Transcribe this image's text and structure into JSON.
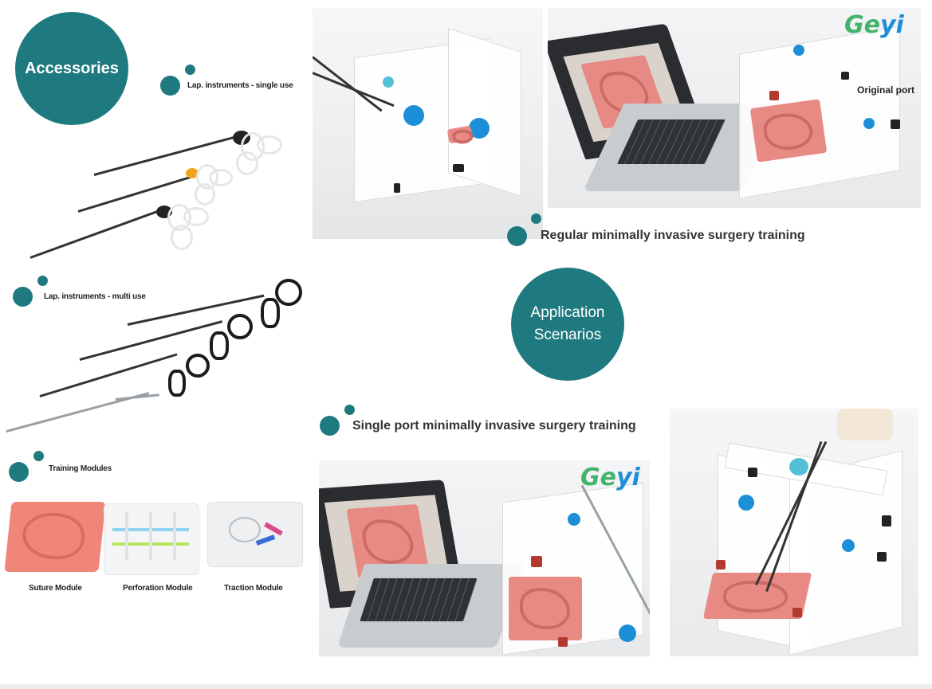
{
  "accessories": {
    "title": "Accessories",
    "single_use_label": "Lap. instruments - single use",
    "multi_use_label": "Lap. instruments - multi use",
    "training_modules_label": "Training Modules",
    "modules": [
      "Suture Module",
      "Perforation Module",
      "Traction Module"
    ]
  },
  "application": {
    "title_line1": "Application",
    "title_line2": "Scenarios",
    "regular_label": "Regular minimally invasive surgery training",
    "single_port_label": "Single port minimally invasive surgery training",
    "original_port_label": "Original port"
  },
  "brand": {
    "logo_ge": "Ge",
    "logo_yi": "yi"
  },
  "icons": [
    "dot-marker-icon"
  ],
  "colors": {
    "teal": "#1f7a80",
    "logo_green": "#44b36b",
    "logo_blue": "#1f8ed6",
    "skin_pink": "#e88a84",
    "port_blue": "#1d8fd8"
  }
}
